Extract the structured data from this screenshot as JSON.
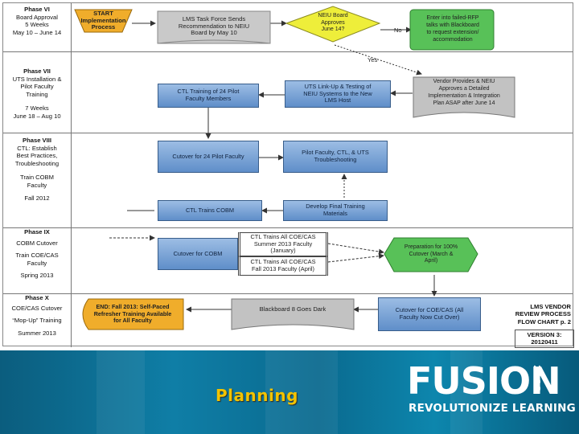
{
  "phases": [
    {
      "title": "Phase VI",
      "lines": [
        "Board Approval",
        "",
        "5 Weeks",
        "May 10 – June 14"
      ]
    },
    {
      "title": "Phase VII",
      "lines": [
        "UTS Installation &",
        "Pilot Faculty",
        "Training",
        "",
        "7 Weeks",
        "June 18 – Aug 10"
      ]
    },
    {
      "title": "Phase VIII",
      "lines": [
        "CTL: Establish",
        "Best Practices,",
        "Troubleshooting",
        "",
        "Train COBM",
        "Faculty",
        "",
        "Fall 2012"
      ]
    },
    {
      "title": "Phase IX",
      "lines": [
        "COBM Cutover",
        "",
        "Train COE/CAS",
        "Faculty",
        "",
        "Spring 2013"
      ]
    },
    {
      "title": "Phase X",
      "lines": [
        "COE/CAS Cutover",
        "",
        "“Mop-Up” Training",
        "",
        "Summer 2013"
      ]
    }
  ],
  "nodes": {
    "start": "START\nImplementation\nProcess",
    "task_force": "LMS Task Force Sends\nRecommendation to NEIU\nBoard by May 10",
    "board": "NEIU Board\nApproves\nJune 14?",
    "failed_rfp": "Enter into failed-RFP\ntalks with Blackboard\nto request extension/\naccommodation",
    "vendor": "Vendor Provides & NEIU\nApproves a Detailed\nImplementation & Integration\nPlan ASAP after June 14",
    "uts_linkup": "UTS Link-Up & Testing of\nNEIU Systems to the New\nLMS Host",
    "ctl_training": "CTL Training of 24 Pilot\nFaculty Members",
    "cutover_pilot": "Cutover for 24 Pilot Faculty",
    "pilot_troubleshoot": "Pilot Faculty, CTL, & UTS\nTroubleshooting",
    "ctl_cobm": "CTL Trains COBM",
    "develop_materials": "Develop Final Training\nMaterials",
    "cutover_cobm": "Cutover for COBM",
    "ctl_summer": "CTL Trains All COE/CAS\nSummer 2013 Faculty\n(January)",
    "ctl_fall": "CTL Trains All COE/CAS\nFall 2013 Faculty (April)",
    "prep_cutover": "Preparation for 100%\nCutover (March &\nApril)",
    "end": "END: Fall 2013: Self-Paced\nRefresher Training Available\nfor All Faculty",
    "bb8_dark": "Blackboard 8 Goes Dark",
    "cutover_coe": "Cutover for COE/CAS (All\nFaculty Now Cut Over)"
  },
  "edge_labels": {
    "no": "No",
    "yes": "Yes"
  },
  "flowchart_caption": {
    "title_lines": [
      "LMS VENDOR",
      "REVIEW PROCESS",
      "FLOW CHART p. 2"
    ],
    "version": "VERSION 3:",
    "date": "20120411"
  },
  "banner": {
    "section_title": "Planning",
    "logo_word": "FUSION",
    "logo_year": "2013",
    "logo_tagline": "REVOLUTIONIZE LEARNING"
  },
  "colors": {
    "box_blue": "#7ea6d8",
    "box_gray": "#c4c4c4",
    "box_orange": "#f0ad2b",
    "decision_yellow": "#f2f23a",
    "box_green": "#4fc04f",
    "banner_teal": "#0b6f94",
    "title_yellow": "#f2c300"
  }
}
